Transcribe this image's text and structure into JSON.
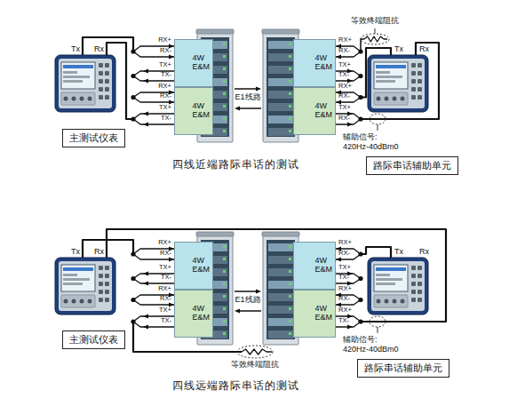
{
  "diagram": {
    "nodes": [
      {
        "text": [
          "4W E&M"
        ]
      },
      {
        "text": [
          "4W E&M"
        ]
      },
      {
        "text": [
          "4W E&M"
        ]
      },
      {
        "text": [
          "4W E&M"
        ]
      },
      {
        "text": [
          "主测试仪表"
        ]
      },
      {
        "text": [
          "路际串话辅助单元"
        ]
      },
      {
        "text": [
          "4W E&M"
        ]
      },
      {
        "text": [
          "4W E&M"
        ]
      },
      {
        "text": [
          "4W E&M"
        ]
      },
      {
        "text": [
          "4W E&M"
        ]
      },
      {
        "text": [
          "主测试仪表"
        ]
      },
      {
        "text": [
          "路际串话辅助单元"
        ]
      }
    ],
    "labels": [
      "Tx",
      "Rx",
      "Tx",
      "Rx",
      "等效终端阻抗",
      "E1线路",
      "RX+",
      "RX-",
      "TX+",
      "TX-",
      "RX+",
      "RX-",
      "TX+",
      "TX-",
      "RX+",
      "RX-",
      "TX+",
      "TX-",
      "RX+",
      "RX-",
      "TX+",
      "RX-",
      "辅助信号:",
      "420Hz-40dBm0",
      "四线近端路际串话的测试",
      "Tx",
      "Rx",
      "Tx",
      "Rx",
      "等效终端阻抗",
      "E1线路",
      "RX+",
      "RX-",
      "TX+",
      "TX-",
      "RX+",
      "RX-",
      "TX+",
      "TX-",
      "RX+",
      "RX-",
      "TX+",
      "TX-",
      "RX+",
      "RX-",
      "RX+",
      "TX-",
      "辅助信号:",
      "420Hz-40dBm0",
      "四线远端路际串话的测试"
    ]
  }
}
